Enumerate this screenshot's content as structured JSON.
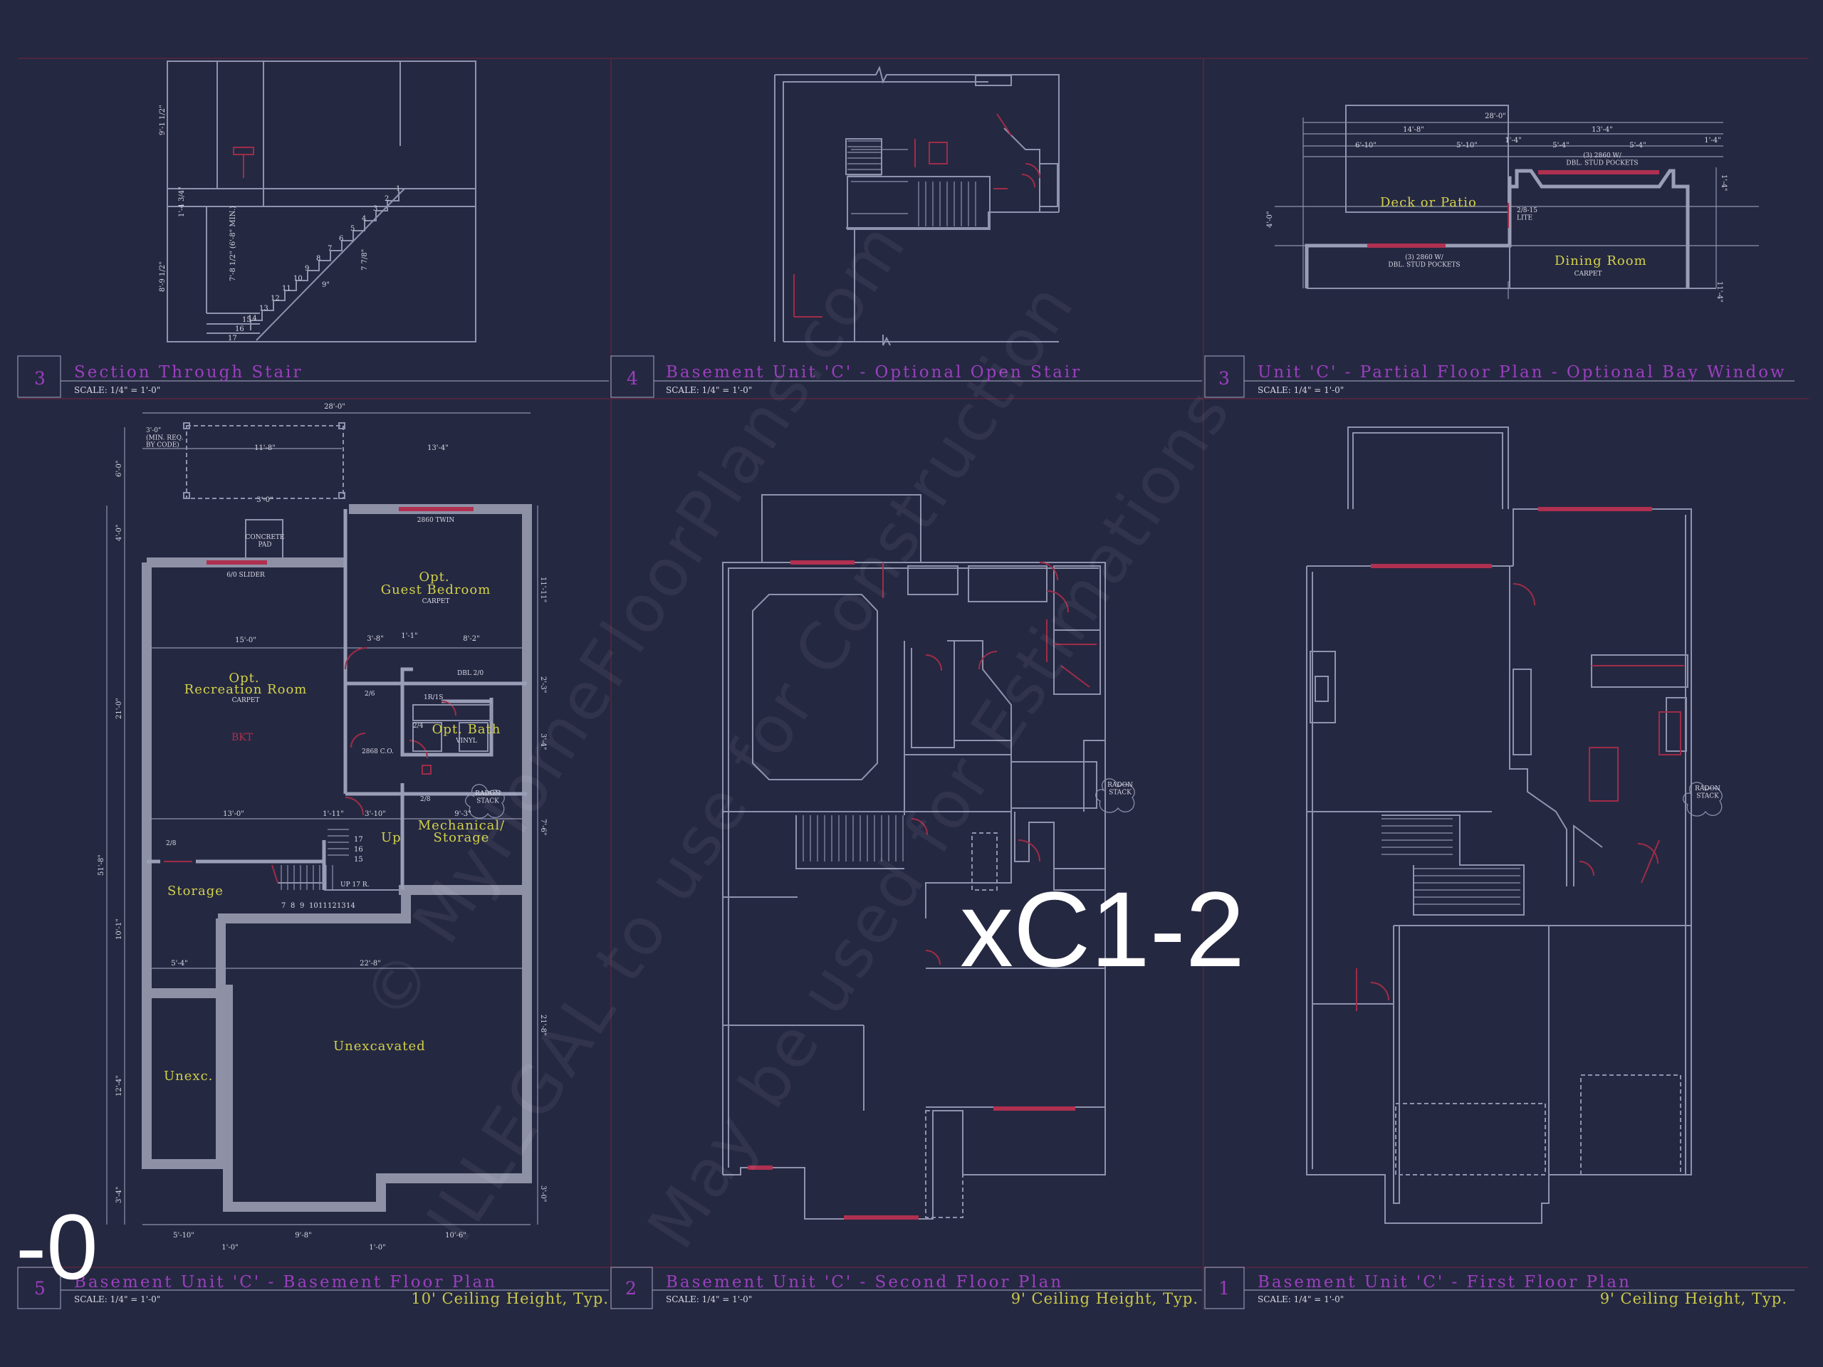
{
  "colors": {
    "background": "#252841",
    "lines": "#8f93ad",
    "grid_red": "#5a2640",
    "title_purple": "#9b3fbf",
    "room_yellow": "#d2d24a",
    "label_white": "#ffffff"
  },
  "overlay": {
    "code": "xC1-2",
    "corner_text": "-0",
    "watermark": [
      "© MyHomeFloorPlans.com",
      "ILLEGAL to use for Construction",
      "May be used for Estimations"
    ]
  },
  "panels": {
    "section_stair": {
      "number": "3",
      "title": "Section Through Stair",
      "scale": "SCALE: 1/4\" = 1'-0\"",
      "dims": [
        "9'-1 1/2\"",
        "1'-4 3/4\"",
        "8'-9 1/2\"",
        "7'-8 1/2\" (6'-8\" MIN.)",
        "7 7/8\"",
        "9\""
      ],
      "risers": [
        "1",
        "2",
        "3",
        "4",
        "5",
        "6",
        "7",
        "8",
        "9",
        "10",
        "11",
        "12",
        "13",
        "14",
        "15",
        "16",
        "17"
      ]
    },
    "open_stair": {
      "number": "4",
      "title": "Basement Unit 'C' - Optional Open Stair",
      "scale": "SCALE: 1/4\" = 1'-0\""
    },
    "bay_window": {
      "number": "3",
      "title": "Unit 'C' - Partial Floor Plan - Optional Bay Window",
      "scale": "SCALE: 1/4\" = 1'-0\"",
      "rooms": {
        "deck": "Deck or Patio",
        "dining": "Dining Room",
        "dining_floor": "CARPET"
      },
      "notes": {
        "window_top": "(3) 2860 W/\nDBL. STUD POCKETS",
        "window_left": "(3) 2860 W/\nDBL. STUD POCKETS",
        "lite": "2/8-15\nLITE"
      },
      "dims": [
        "28'-0\"",
        "14'-8\"",
        "13'-4\"",
        "6'-10\"",
        "5'-10\"",
        "1'-4\"",
        "5'-4\"",
        "5'-4\"",
        "1'-4\"",
        "4'-0\"",
        "11'-4\"",
        "1'-4\""
      ]
    },
    "basement": {
      "number": "5",
      "title": "Basement Unit 'C' - Basement Floor Plan",
      "scale": "SCALE: 1/4\" = 1'-0\"",
      "ceiling": "10' Ceiling Height, Typ.",
      "rooms": {
        "guest_1": "Opt.",
        "guest_2": "Guest Bedroom",
        "guest_floor": "CARPET",
        "rec_1": "Opt.",
        "rec_2": "Recreation Room",
        "rec_floor": "CARPET",
        "rec_note": "BKT",
        "bath": "Opt. Bath",
        "bath_floor": "VINYL",
        "mech_1": "Mechanical/",
        "mech_2": "Storage",
        "up": "Up",
        "storage": "Storage",
        "unexcavated": "Unexcavated",
        "unexc": "Unexc."
      },
      "notes": {
        "egress": "3'-0\"\n(MIN. REQ.\nBY CODE)",
        "pad": "CONCRETE\nPAD",
        "slider": "6/0 SLIDER",
        "twin": "2860 TWIN",
        "dbl": "DBL 2/0",
        "w1": "1R/1S",
        "d1": "2/6",
        "d2": "2/4",
        "d3": "2/8",
        "d4": "2/8",
        "co": "2868 C.O.",
        "radon": "RADON\nSTACK",
        "up17": "UP 17 R."
      },
      "dims": [
        "28'-0\"",
        "11'-8\"",
        "13'-4\"",
        "3'-0\"",
        "15'-0\"",
        "3'-8\"",
        "1'-1\"",
        "8'-2\"",
        "13'-0\"",
        "1'-11\"",
        "3'-10\"",
        "9'-3\"",
        "5'-4\"",
        "22'-8\"",
        "5'-10\"",
        "9'-8\"",
        "10'-6\"",
        "1'-0\"",
        "1'-0\"",
        "51'-8\"",
        "6'-0\"",
        "4'-0\"",
        "21'-0\"",
        "10'-1\"",
        "12'-4\"",
        "3'-4\"",
        "11'-11\"",
        "2'-3\"",
        "3'-4\"",
        "7'-6\"",
        "21'-8\"",
        "3'-0\""
      ]
    },
    "second_floor": {
      "number": "2",
      "title": "Basement Unit 'C' - Second Floor Plan",
      "scale": "SCALE: 1/4\" = 1'-0\"",
      "ceiling": "9' Ceiling Height, Typ.",
      "radon": "RADON\nSTACK"
    },
    "first_floor": {
      "number": "1",
      "title": "Basement Unit 'C' - First Floor Plan",
      "scale": "SCALE: 1/4\" = 1'-0\"",
      "ceiling": "9' Ceiling Height, Typ.",
      "radon": "RADON\nSTACK"
    }
  }
}
